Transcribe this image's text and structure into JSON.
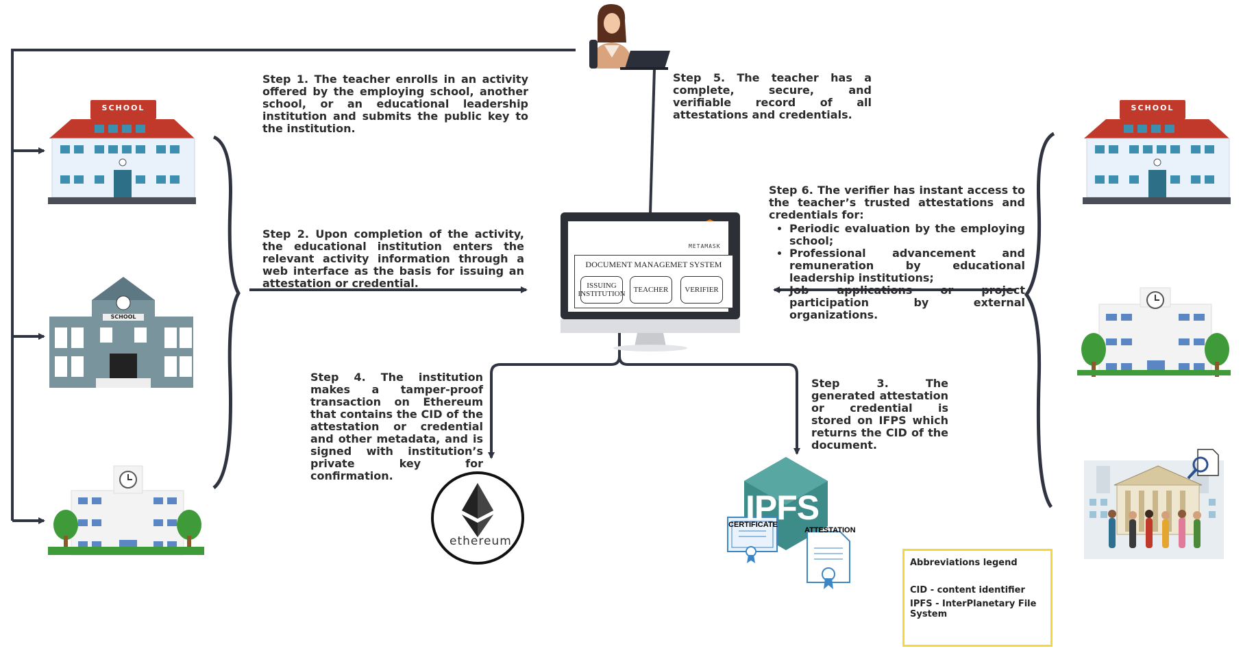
{
  "steps": {
    "step1": "Step 1. The teacher enrolls in an activity offered by the employing school, another school, or an educational leadership institution and submits the public key to the institution.",
    "step2": "Step 2. Upon completion of the activity, the educational institution enters the relevant activity information through a web interface as the basis for issuing an attestation or credential.",
    "step3": "Step 3. The generated attestation or credential is stored on IFPS which returns the CID of the document.",
    "step4": "Step 4. The institution makes a tamper-proof transaction on Ethereum that contains the CID of the attestation or credential and other metadata, and is signed with institution’s private key for confirmation.",
    "step5": "Step 5. The teacher has a complete, secure, and verifiable record of all attestations and credentials.",
    "step6_intro": "Step 6. The verifier has instant access to the teacher’s trusted attestations and credentials for:",
    "step6_bullets": [
      "Periodic evaluation by the employing school;",
      "Professional advancement and remuneration by educational leadership institutions;",
      "Job applications or project participation by external organizations."
    ]
  },
  "system": {
    "metamask_label": "METAMASK",
    "title": "DOCUMENT MANAGEMET SYSTEM",
    "buttons": {
      "issuing": "ISSUING INSTITUTION",
      "teacher": "TEACHER",
      "verifier": "VERIFIER"
    }
  },
  "icons": {
    "school_sign": "SCHOOL",
    "school_sign_small": "SCHOOL",
    "ethereum_label": "ethereum",
    "ipfs_label": "IPFS",
    "certificate_label": "CERTIFICATE",
    "attestation_label": "ATTESTATION"
  },
  "legend": {
    "title": "Abbreviations legend",
    "cid": "CID -  content identifier",
    "ipfs": "IPFS - InterPlanetary File System"
  },
  "colors": {
    "line": "#2f3440",
    "legend_border": "#f4d83a",
    "ipfs": "#3e8c8a",
    "school_roof": "#c0392b"
  }
}
